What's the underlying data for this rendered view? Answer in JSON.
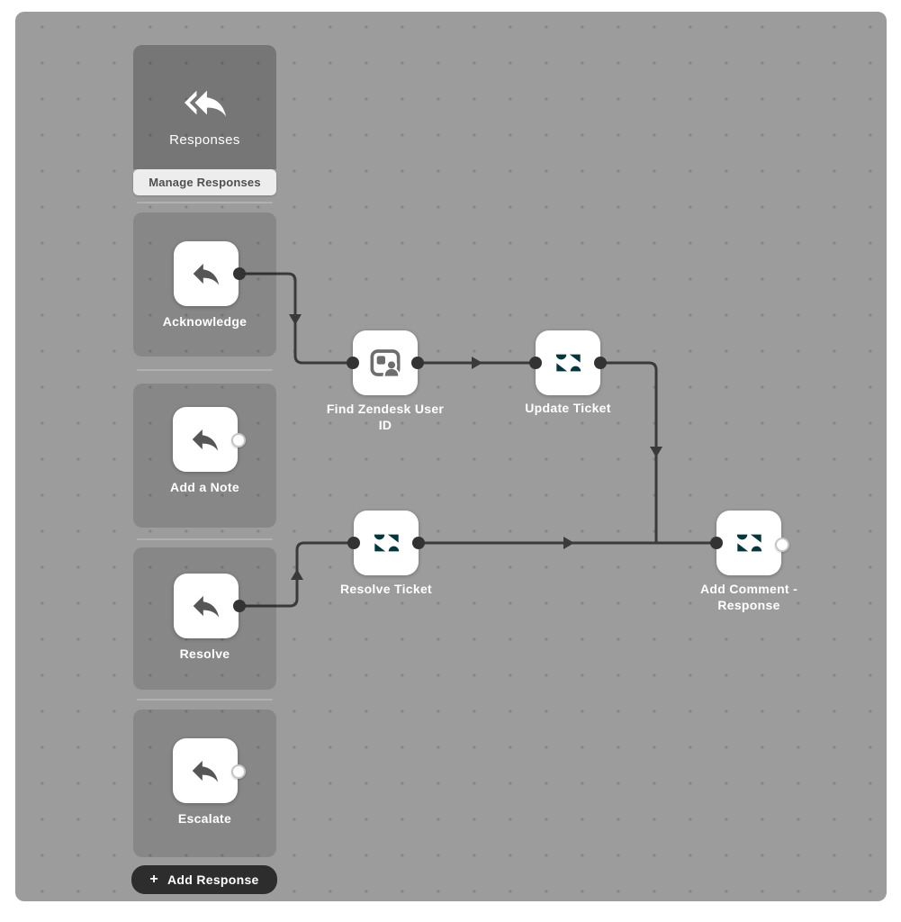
{
  "palette": {
    "page_bg": "#ffffff",
    "canvas_bg": "#9c9c9c",
    "grid_dot": "#858585",
    "group_panel": "rgba(0,0,0,0.13)",
    "header_panel": "rgba(0,0,0,0.24)",
    "wire": "#3a3a3a",
    "node_bg": "#ffffff",
    "reply_icon_color": "#565656",
    "contact_icon_color": "#6d6d6d",
    "zendesk_brand": "#06363c",
    "label_text": "#ffffff",
    "manage_button_bg": "#ededed",
    "manage_button_text": "#4f4f4f",
    "add_button_bg": "#2d2d2d"
  },
  "sidebar": {
    "title": "Responses",
    "title_icon": "reply-all-icon",
    "manage_button_label": "Manage Responses",
    "add_button": {
      "plus": "+",
      "label": "Add Response"
    },
    "responses": [
      {
        "label": "Acknowledge",
        "icon": "reply-icon",
        "output": "connected"
      },
      {
        "label": "Add a Note",
        "icon": "reply-icon",
        "output": "unconnected"
      },
      {
        "label": "Resolve",
        "icon": "reply-icon",
        "output": "connected"
      },
      {
        "label": "Escalate",
        "icon": "reply-icon",
        "output": "unconnected"
      }
    ]
  },
  "workflow": {
    "nodes": [
      {
        "label": "Find Zendesk User ID",
        "icon": "contact-card-icon"
      },
      {
        "label": "Update Ticket",
        "icon": "zendesk-icon"
      },
      {
        "label": "Resolve Ticket",
        "icon": "zendesk-icon"
      },
      {
        "label": "Add Comment - Response",
        "icon": "zendesk-icon",
        "output": "unconnected"
      }
    ],
    "connections": [
      "Acknowledge -> Find Zendesk User ID",
      "Find Zendesk User ID -> Update Ticket",
      "Update Ticket -> Add Comment - Response",
      "Resolve -> Resolve Ticket",
      "Resolve Ticket -> Add Comment - Response"
    ]
  }
}
